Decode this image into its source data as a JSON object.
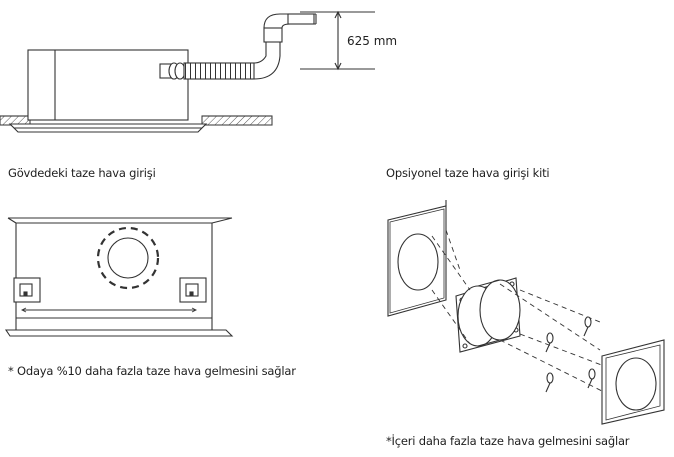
{
  "top_diagram": {
    "height_dimension": "625 mm"
  },
  "labels": {
    "body_fresh_air": "Gövdedeki taze hava girişi",
    "optional_kit": "Opsiyonel taze hava girişi kiti"
  },
  "notes": {
    "left": "* Odaya %10 daha fazla taze hava gelmesini sağlar",
    "right": "*İçeri daha fazla taze hava gelmesini sağlar"
  }
}
